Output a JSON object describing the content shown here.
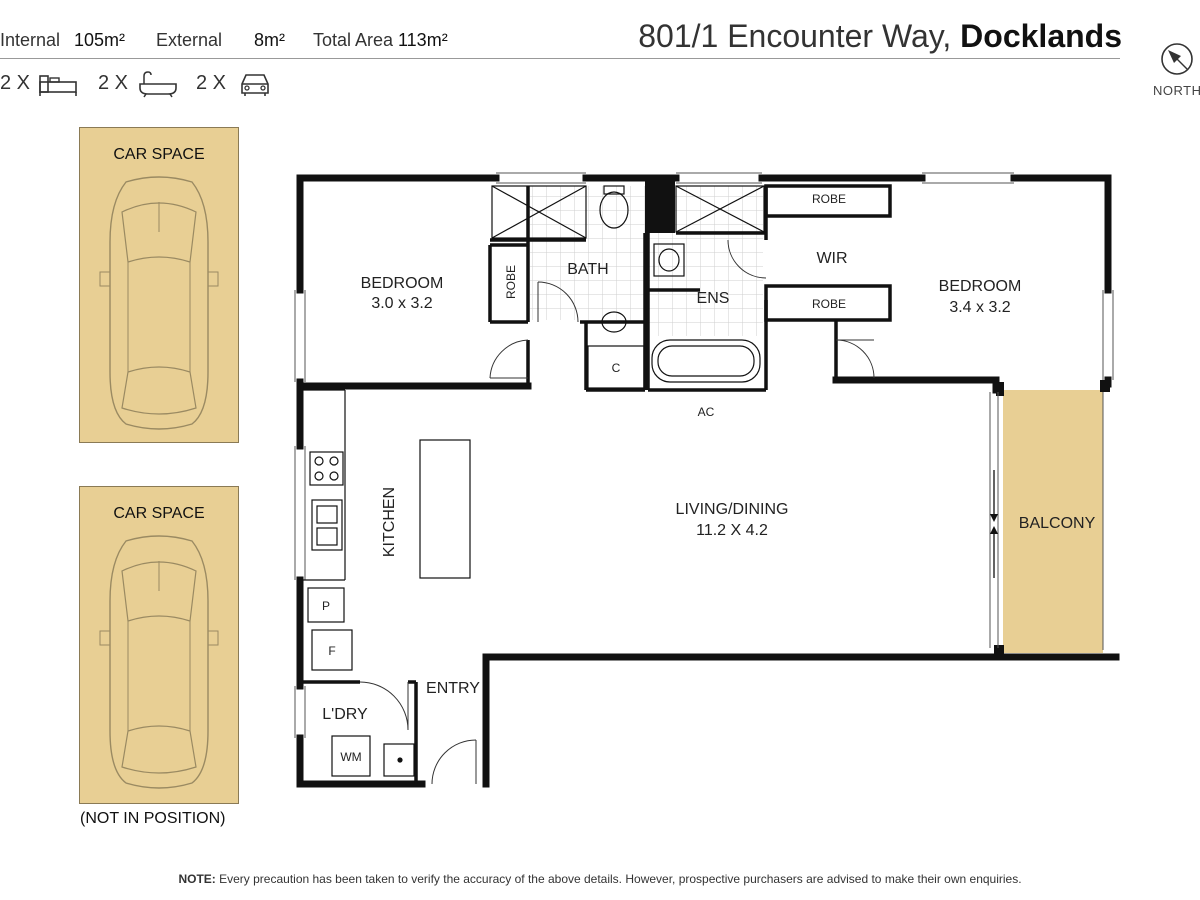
{
  "header": {
    "internal_label": "Internal",
    "internal_value": "105m²",
    "external_label": "External",
    "external_value": "8m²",
    "total_label": "Total Area",
    "total_value": "113m²",
    "address_main": "801/1 Encounter Way, ",
    "address_suburb": "Docklands",
    "beds_count": "2 X",
    "baths_count": "2 X",
    "cars_count": "2 X"
  },
  "icons": {
    "bed": "bed-icon",
    "bath": "bathtub-icon",
    "car": "car-icon",
    "compass": "north-compass-icon"
  },
  "compass": {
    "label": "NORTH"
  },
  "car_spaces": {
    "top_label": "CAR SPACE",
    "bottom_label": "CAR SPACE",
    "bottom_note": "(NOT IN POSITION)"
  },
  "rooms": {
    "bedroom1_name": "BEDROOM",
    "bedroom1_size": "3.0 x 3.2",
    "bedroom2_name": "BEDROOM",
    "bedroom2_size": "3.4 x 3.2",
    "bath": "BATH",
    "ens": "ENS",
    "wir": "WIR",
    "robe_left": "ROBE",
    "robe_top": "ROBE",
    "robe_bottom": "ROBE",
    "cupboard": "C",
    "ac": "AC",
    "kitchen": "KITCHEN",
    "living_name": "LIVING/DINING",
    "living_size": "11.2 X 4.2",
    "balcony": "BALCONY",
    "pantry": "P",
    "fridge": "F",
    "entry": "ENTRY",
    "laundry": "L'DRY",
    "washing_machine": "WM"
  },
  "colors": {
    "wall": "#111111",
    "parking_fill": "#e8cf94",
    "balcony_fill": "#e8cf94",
    "tile_grid": "#cccccc"
  },
  "note": {
    "label": "NOTE:",
    "text": " Every precaution has been taken to verify the accuracy of the above details. However, prospective purchasers are advised to make their own enquiries."
  }
}
